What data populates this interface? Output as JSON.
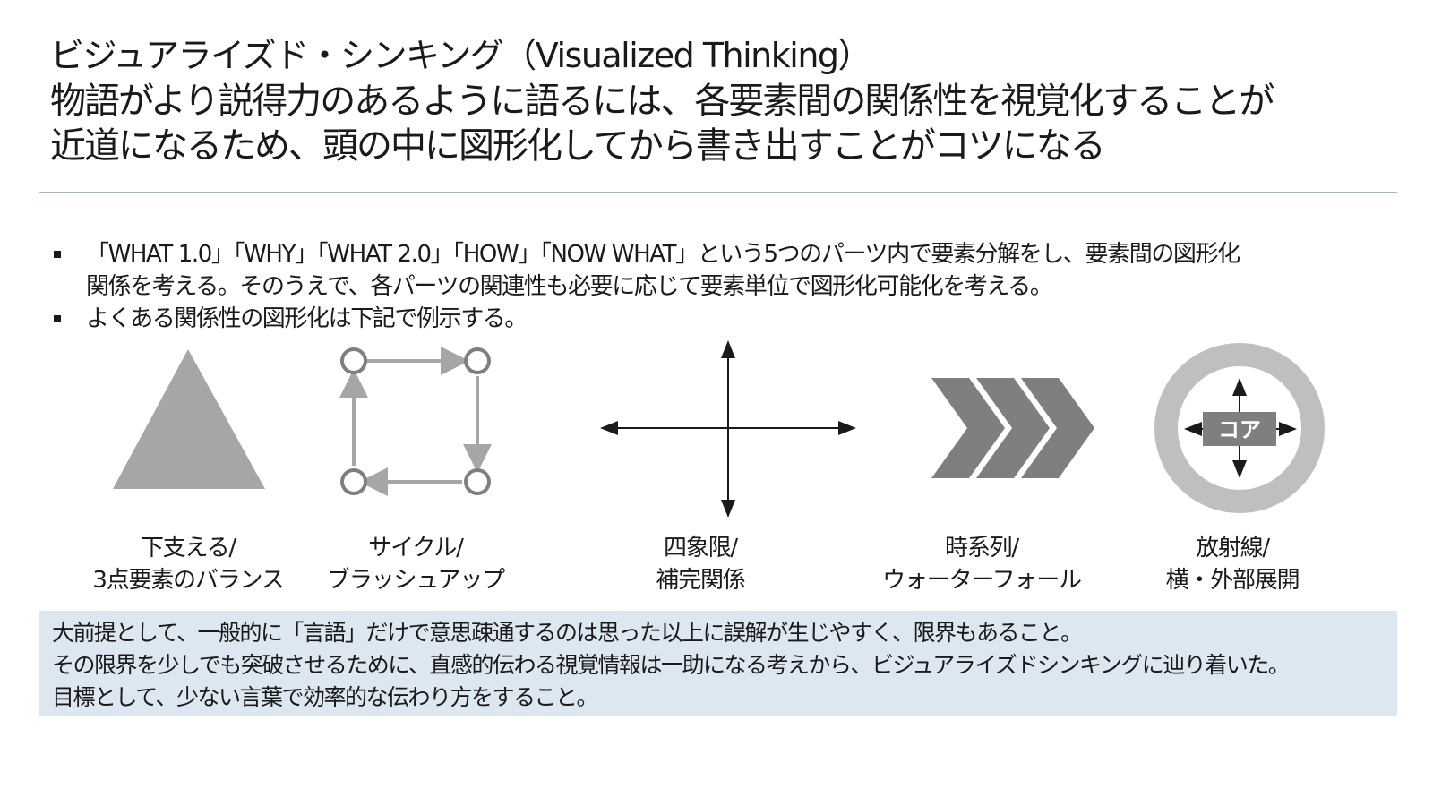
{
  "title": {
    "line1": "ビジュアライズド・シンキング（Visualized Thinking）",
    "line2a": "物語がより説得力のあるように語るには、各要素間の関係性を視覚化することが",
    "line2b": "近道になるため、頭の中に図形化してから書き出すことがコツになる"
  },
  "bullets": [
    "「WHAT 1.0」「WHY」「WHAT 2.0」「HOW」「NOW WHAT」という5つのパーツ内で要素分解をし、要素間の図形化\n関係を考える。そのうえで、各パーツの関連性も必要に応じて要素単位で図形化可能化を考える。",
    "よくある関係性の図形化は下記で例示する。"
  ],
  "diagrams": [
    {
      "icon": "triangle-icon",
      "label_line1": "下支える/",
      "label_line2": "3点要素のバランス"
    },
    {
      "icon": "cycle-icon",
      "label_line1": "サイクル/",
      "label_line2": "ブラッシュアップ"
    },
    {
      "icon": "quadrant-icon",
      "label_line1": "四象限/",
      "label_line2": "補完関係"
    },
    {
      "icon": "chevrons-icon",
      "label_line1": "時系列/",
      "label_line2": "ウォーターフォール"
    },
    {
      "icon": "radial-icon",
      "label_line1": "放射線/",
      "label_line2": "横・外部展開",
      "core_label": "コア"
    }
  ],
  "note": {
    "line1": "大前提として、一般的に「言語」だけで意思疎通するのは思った以上に誤解が生じやすく、限界もあること。",
    "line2": "その限界を少しでも突破させるために、直感的伝わる視覚情報は一助になる考えから、ビジュアライズドシンキングに辿り着いた。",
    "line3": "目標として、少ない言葉で効率的な伝わり方をすること。"
  },
  "colors": {
    "shape_gray": "#a6a6a6",
    "dark_gray": "#7f7f7f",
    "chevron_gray": "#7f7f7f",
    "ring_gray": "#bfbfbf",
    "note_bg": "#dde7f2",
    "divider": "#a8b4bf"
  }
}
